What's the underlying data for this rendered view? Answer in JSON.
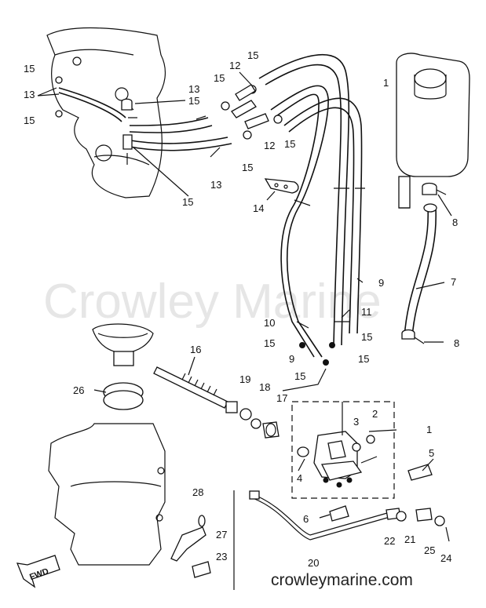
{
  "watermark": "Crowley Marine",
  "site": "crowleymarine.com",
  "arrow_label": "FWD",
  "callouts": {
    "c1a": "1",
    "c1b": "1",
    "c2": "2",
    "c3": "3",
    "c4": "4",
    "c5": "5",
    "c6": "6",
    "c7": "7",
    "c8a": "8",
    "c8b": "8",
    "c9a": "9",
    "c9b": "9",
    "c10": "10",
    "c11": "11",
    "c12a": "12",
    "c12b": "12",
    "c13a": "13",
    "c13b": "13",
    "c13c": "13",
    "c14": "14",
    "c15a": "15",
    "c15b": "15",
    "c15c": "15",
    "c15d": "15",
    "c15e": "15",
    "c15f": "15",
    "c15g": "15",
    "c15h": "15",
    "c15i": "15",
    "c15j": "15",
    "c15k": "15",
    "c15l": "15",
    "c16": "16",
    "c17": "17",
    "c18": "18",
    "c19": "19",
    "c20": "20",
    "c21": "21",
    "c22": "22",
    "c23": "23",
    "c24": "24",
    "c25": "25",
    "c26": "26",
    "c27": "27",
    "c28": "28"
  }
}
